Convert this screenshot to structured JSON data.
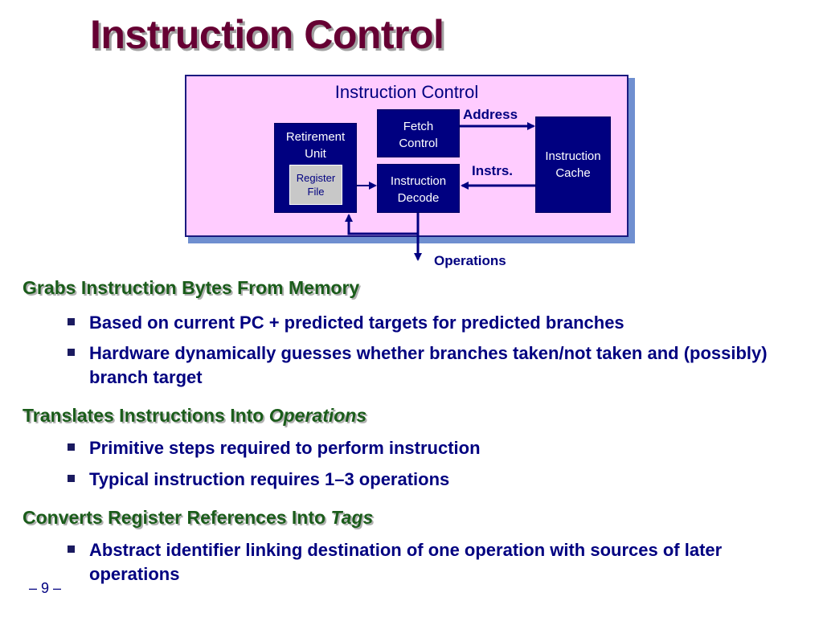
{
  "slide": {
    "title": "Instruction Control",
    "page_number": "– 9 –"
  },
  "diagram": {
    "panel_title": "Instruction Control",
    "fetch_control": [
      "Fetch",
      "Control"
    ],
    "instruction_decode": [
      "Instruction",
      "Decode"
    ],
    "retirement_unit": [
      "Retirement",
      "Unit"
    ],
    "register_file": [
      "Register",
      "File"
    ],
    "instruction_cache": [
      "Instruction",
      "Cache"
    ],
    "label_address": "Address",
    "label_instrs": "Instrs.",
    "label_operations": "Operations",
    "colors": {
      "panel_fill": "#ffccff",
      "box_fill": "#000080",
      "register_file_fill": "#c8c8c8"
    }
  },
  "sections": [
    {
      "heading": "Grabs Instruction Bytes From Memory",
      "heading_italic": "",
      "bullets": [
        "Based on current PC + predicted targets for predicted branches",
        "Hardware dynamically guesses whether branches taken/not taken and (possibly) branch target"
      ]
    },
    {
      "heading": "Translates Instructions Into ",
      "heading_italic": "Operations",
      "bullets": [
        "Primitive steps required to perform instruction",
        "Typical instruction requires 1–3 operations"
      ]
    },
    {
      "heading": "Converts Register References Into ",
      "heading_italic": "Tags",
      "bullets": [
        "Abstract identifier linking destination of one operation with sources of later operations"
      ]
    }
  ]
}
